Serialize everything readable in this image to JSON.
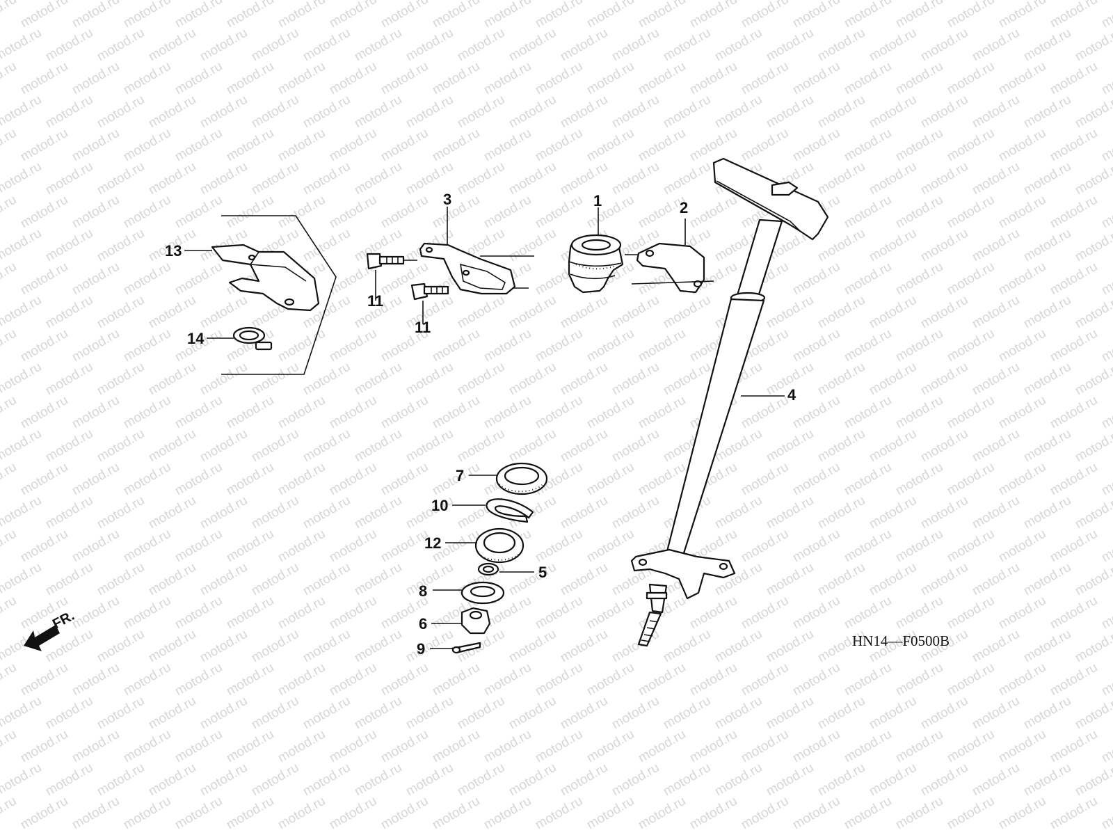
{
  "watermark": {
    "text": "motod.ru"
  },
  "diagram_code": "HN14—F0500B",
  "front_label": "FR.",
  "callouts": [
    {
      "label": "1"
    },
    {
      "label": "2"
    },
    {
      "label": "3"
    },
    {
      "label": "4"
    },
    {
      "label": "5"
    },
    {
      "label": "6"
    },
    {
      "label": "7"
    },
    {
      "label": "8"
    },
    {
      "label": "9"
    },
    {
      "label": "10"
    },
    {
      "label": "11"
    },
    {
      "label": "11"
    },
    {
      "label": "12"
    },
    {
      "label": "13"
    },
    {
      "label": "14"
    }
  ]
}
